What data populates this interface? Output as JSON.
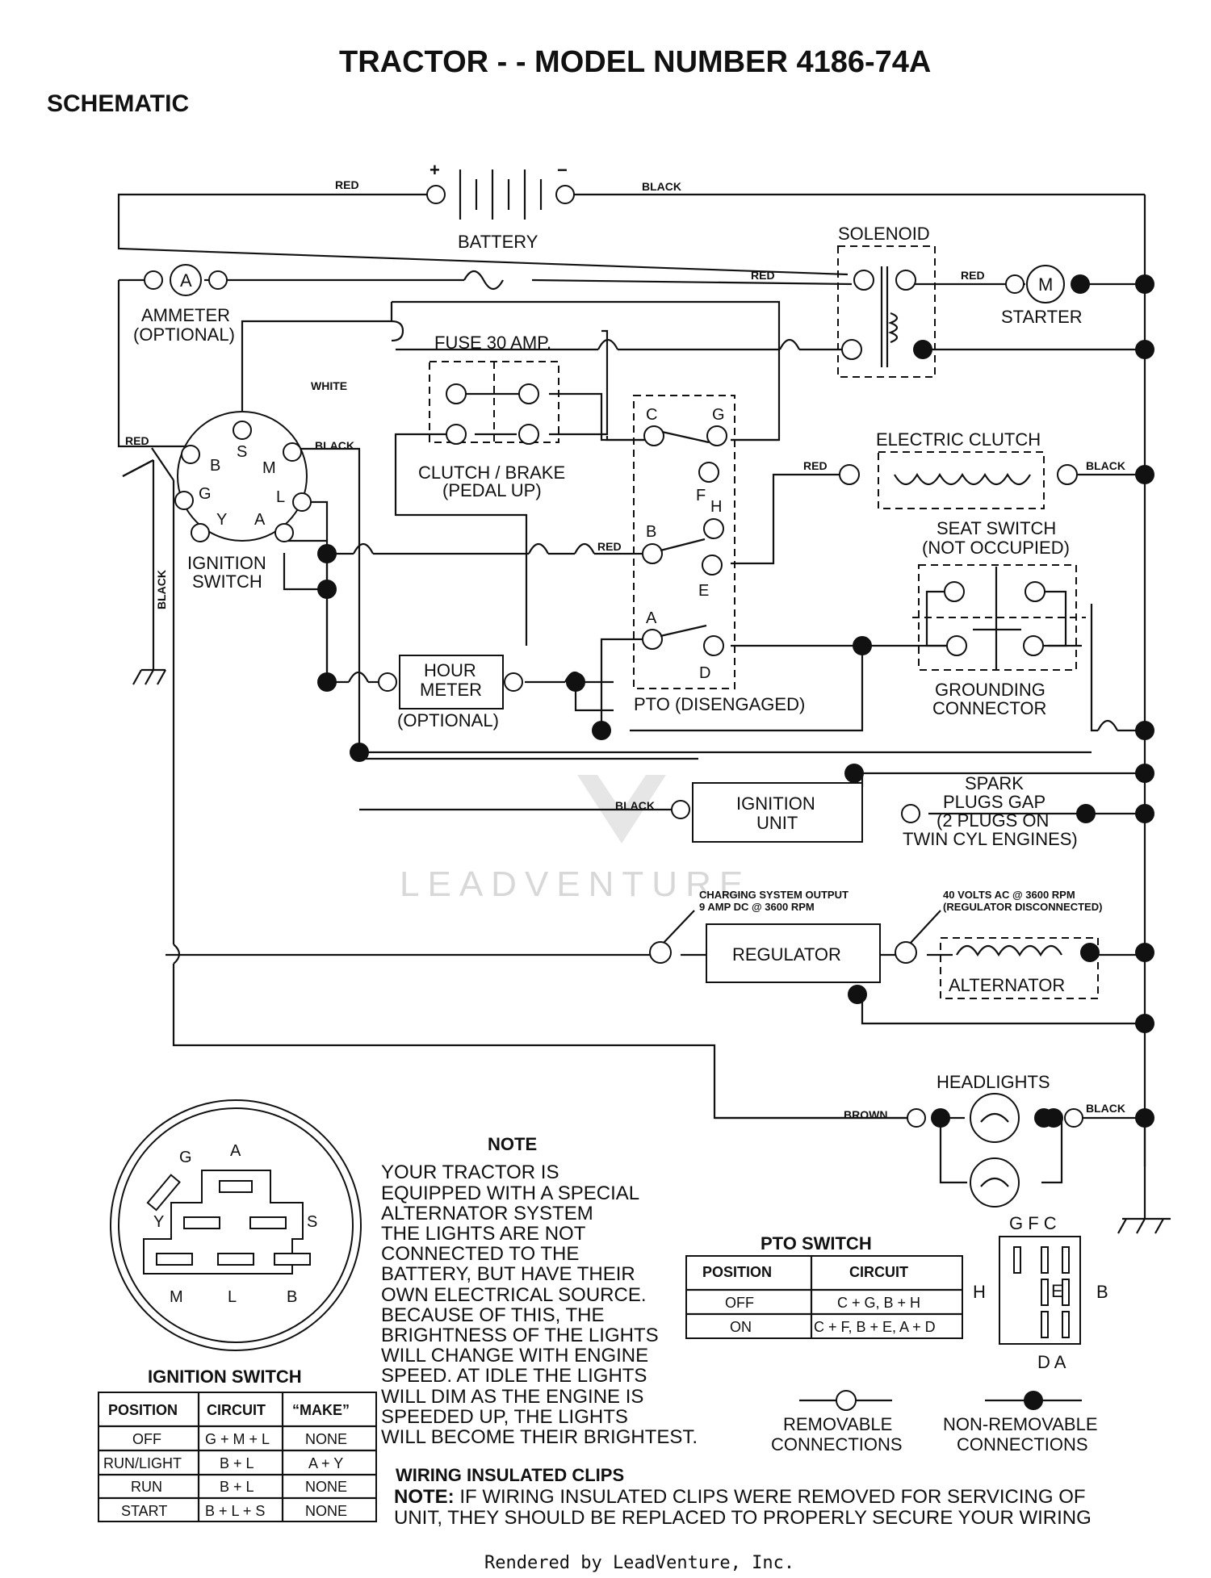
{
  "header": {
    "title": "TRACTOR - - MODEL NUMBER 4186-74A",
    "subtitle": "SCHEMATIC"
  },
  "components": {
    "battery": "BATTERY",
    "battery_plus": "+",
    "battery_minus": "−",
    "solenoid": "SOLENOID",
    "ammeter_line1": "AMMETER",
    "ammeter_line2": "(OPTIONAL)",
    "ammeter_symbol": "A",
    "starter": "STARTER",
    "starter_symbol": "M",
    "fuse": "FUSE 30 AMP.",
    "clutch_brake_line1": "CLUTCH / BRAKE",
    "clutch_brake_line2": "(PEDAL UP)",
    "electric_clutch": "ELECTRIC CLUTCH",
    "seat_switch_line1": "SEAT SWITCH",
    "seat_switch_line2": "(NOT OCCUPIED)",
    "ignition_switch_line1": "IGNITION",
    "ignition_switch_line2": "SWITCH",
    "hour_meter_line1": "HOUR",
    "hour_meter_line2": "METER",
    "hour_meter_line3": "(OPTIONAL)",
    "pto_disengaged": "PTO (DISENGAGED)",
    "grounding_line1": "GROUNDING",
    "grounding_line2": "CONNECTOR",
    "ignition_unit_line1": "IGNITION",
    "ignition_unit_line2": "UNIT",
    "spark_line1": "SPARK",
    "spark_line2": "PLUGS GAP",
    "spark_line3": "(2 PLUGS ON",
    "spark_line4": "TWIN CYL  ENGINES)",
    "charging_line1": "CHARGING SYSTEM OUTPUT",
    "charging_line2": "9 AMP DC @ 3600 RPM",
    "regulator": "REGULATOR",
    "volts_line1": "40 VOLTS AC @ 3600 RPM",
    "volts_line2": "(REGULATOR DISCONNECTED)",
    "alternator": "ALTERNATOR",
    "headlights": "HEADLIGHTS"
  },
  "wire_colors": {
    "red": "RED",
    "black": "BLACK",
    "white": "WHITE",
    "brown": "BROWN"
  },
  "ignition_pins": {
    "s": "S",
    "b": "B",
    "m": "M",
    "g": "G",
    "l": "L",
    "y": "Y",
    "a": "A"
  },
  "pto_pins": {
    "c": "C",
    "g": "G",
    "f": "F",
    "h": "H",
    "b": "B",
    "e": "E",
    "a": "A",
    "d": "D"
  },
  "ignition_connector": {
    "g": "G",
    "a": "A",
    "y": "Y",
    "s": "S",
    "m": "M",
    "l": "L",
    "b": "B"
  },
  "note": {
    "title": "NOTE",
    "lines": [
      "YOUR TRACTOR IS",
      "EQUIPPED WITH A SPECIAL",
      "ALTERNATOR SYSTEM",
      "THE LIGHTS ARE NOT",
      "CONNECTED TO THE",
      "BATTERY, BUT HAVE THEIR",
      "OWN ELECTRICAL SOURCE.",
      "BECAUSE OF THIS, THE",
      "BRIGHTNESS OF THE LIGHTS",
      "WILL CHANGE WITH ENGINE",
      "SPEED.  AT IDLE THE LIGHTS",
      "WILL DIM   AS THE ENGINE IS",
      "SPEEDED UP, THE LIGHTS",
      "WILL BECOME THEIR BRIGHTEST."
    ]
  },
  "ignition_table": {
    "title": "IGNITION SWITCH",
    "headers": [
      "POSITION",
      "CIRCUIT",
      "“MAKE”"
    ],
    "rows": [
      [
        "OFF",
        "G + M + L",
        "NONE"
      ],
      [
        "RUN/LIGHT",
        "B + L",
        "A + Y"
      ],
      [
        "RUN",
        "B + L",
        "NONE"
      ],
      [
        "START",
        "B + L + S",
        "NONE"
      ]
    ]
  },
  "pto_table": {
    "title": "PTO SWITCH",
    "headers": [
      "POSITION",
      "CIRCUIT"
    ],
    "rows": [
      [
        "OFF",
        "C + G, B + H"
      ],
      [
        "ON",
        "C + F, B + E, A + D"
      ]
    ]
  },
  "pto_connector": {
    "top": "G  F  C",
    "left": "H",
    "right": "B",
    "center": "E",
    "bottom": "D  A"
  },
  "legend": {
    "removable_line1": "REMOVABLE",
    "removable_line2": "CONNECTIONS",
    "nonremovable_line1": "NON-REMOVABLE",
    "nonremovable_line2": "CONNECTIONS"
  },
  "clips": {
    "title": "WIRING INSULATED CLIPS",
    "label": "NOTE:",
    "line1": " IF WIRING INSULATED CLIPS WERE REMOVED FOR SERVICING OF",
    "line2": "UNIT, THEY SHOULD BE REPLACED TO PROPERLY SECURE YOUR WIRING"
  },
  "watermark": "LEADVENTURE",
  "footer": "Rendered by LeadVenture, Inc."
}
